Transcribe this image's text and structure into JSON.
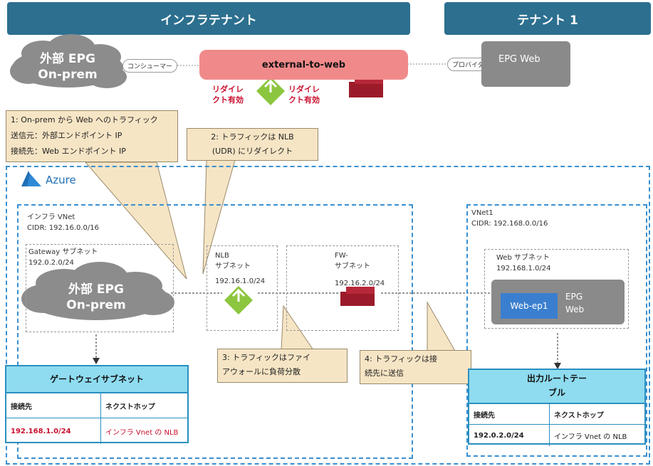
{
  "header": {
    "infra_tenant": "インフラテナント",
    "tenant1": "テナント 1"
  },
  "top": {
    "ext_epg_line1": "外部 EPG",
    "ext_epg_line2": "On-prem",
    "consumer": "コンシューマー",
    "contract": "external-to-web",
    "provider": "プロバイダー",
    "epg_web": "EPG Web",
    "redirect1_l1": "リダイレ",
    "redirect1_l2": "クト有効",
    "redirect2_l1": "リダイレ",
    "redirect2_l2": "クト有効"
  },
  "callouts": {
    "c1_l1": "1: On-prem から Web へのトラフィック",
    "c1_l2": "送信元：外部エンドポイント IP",
    "c1_l3": "接続先：Web エンドポイント IP",
    "c2_l1": "2: トラフィックは NLB",
    "c2_l2": "(UDR) にリダイレクト",
    "c3_l1": "3: トラフィックはファイ",
    "c3_l2": "アウォールに負荷分散",
    "c4_l1": "4: トラフィックは接",
    "c4_l2": "続先に送信"
  },
  "azure": {
    "label": "Azure"
  },
  "infra_vnet": {
    "name": "インフラ VNet",
    "cidr": "CIDR: 192.16.0.0/16",
    "gw_subnet": "Gateway サブネット",
    "gw_cidr": "192.0.2.0/24",
    "cloud_l1": "外部 EPG",
    "cloud_l2": "On-prem",
    "nlb_l1": "NLB",
    "nlb_l2": "サブネット",
    "nlb_cidr": "192.16.1.0/24",
    "fw_l1": "FW-",
    "fw_l2": "サブネット",
    "fw_cidr": "192.16.2.0/24"
  },
  "vnet1": {
    "name": "VNet1",
    "cidr": "CIDR: 192.168.0.0/16",
    "web_subnet": "Web サブネット",
    "web_cidr": "192.168.1.0/24",
    "web_ep": "Web-ep1",
    "epg_l1": "EPG",
    "epg_l2": "Web"
  },
  "gw_table": {
    "title": "ゲートウェイサブネット",
    "col1": "接続先",
    "col2": "ネクストホップ",
    "dest": "192.168.1.0/24",
    "hop": "インフラ Vnet の NLB"
  },
  "out_table": {
    "title_l1": "出力ルートテー",
    "title_l2": "ブル",
    "col1": "接続先",
    "col2": "ネクストホップ",
    "dest": "192.0.2.0/24",
    "hop": "インフラ Vnet の NLB"
  },
  "colors": {
    "tenant": "#2c6f8f",
    "contract": "#f08a8a",
    "azure_dash": "#3a8fd0",
    "table_head": "#8fdcf0",
    "firewall": "#9b1b2a",
    "lb": "#8cc63f"
  }
}
